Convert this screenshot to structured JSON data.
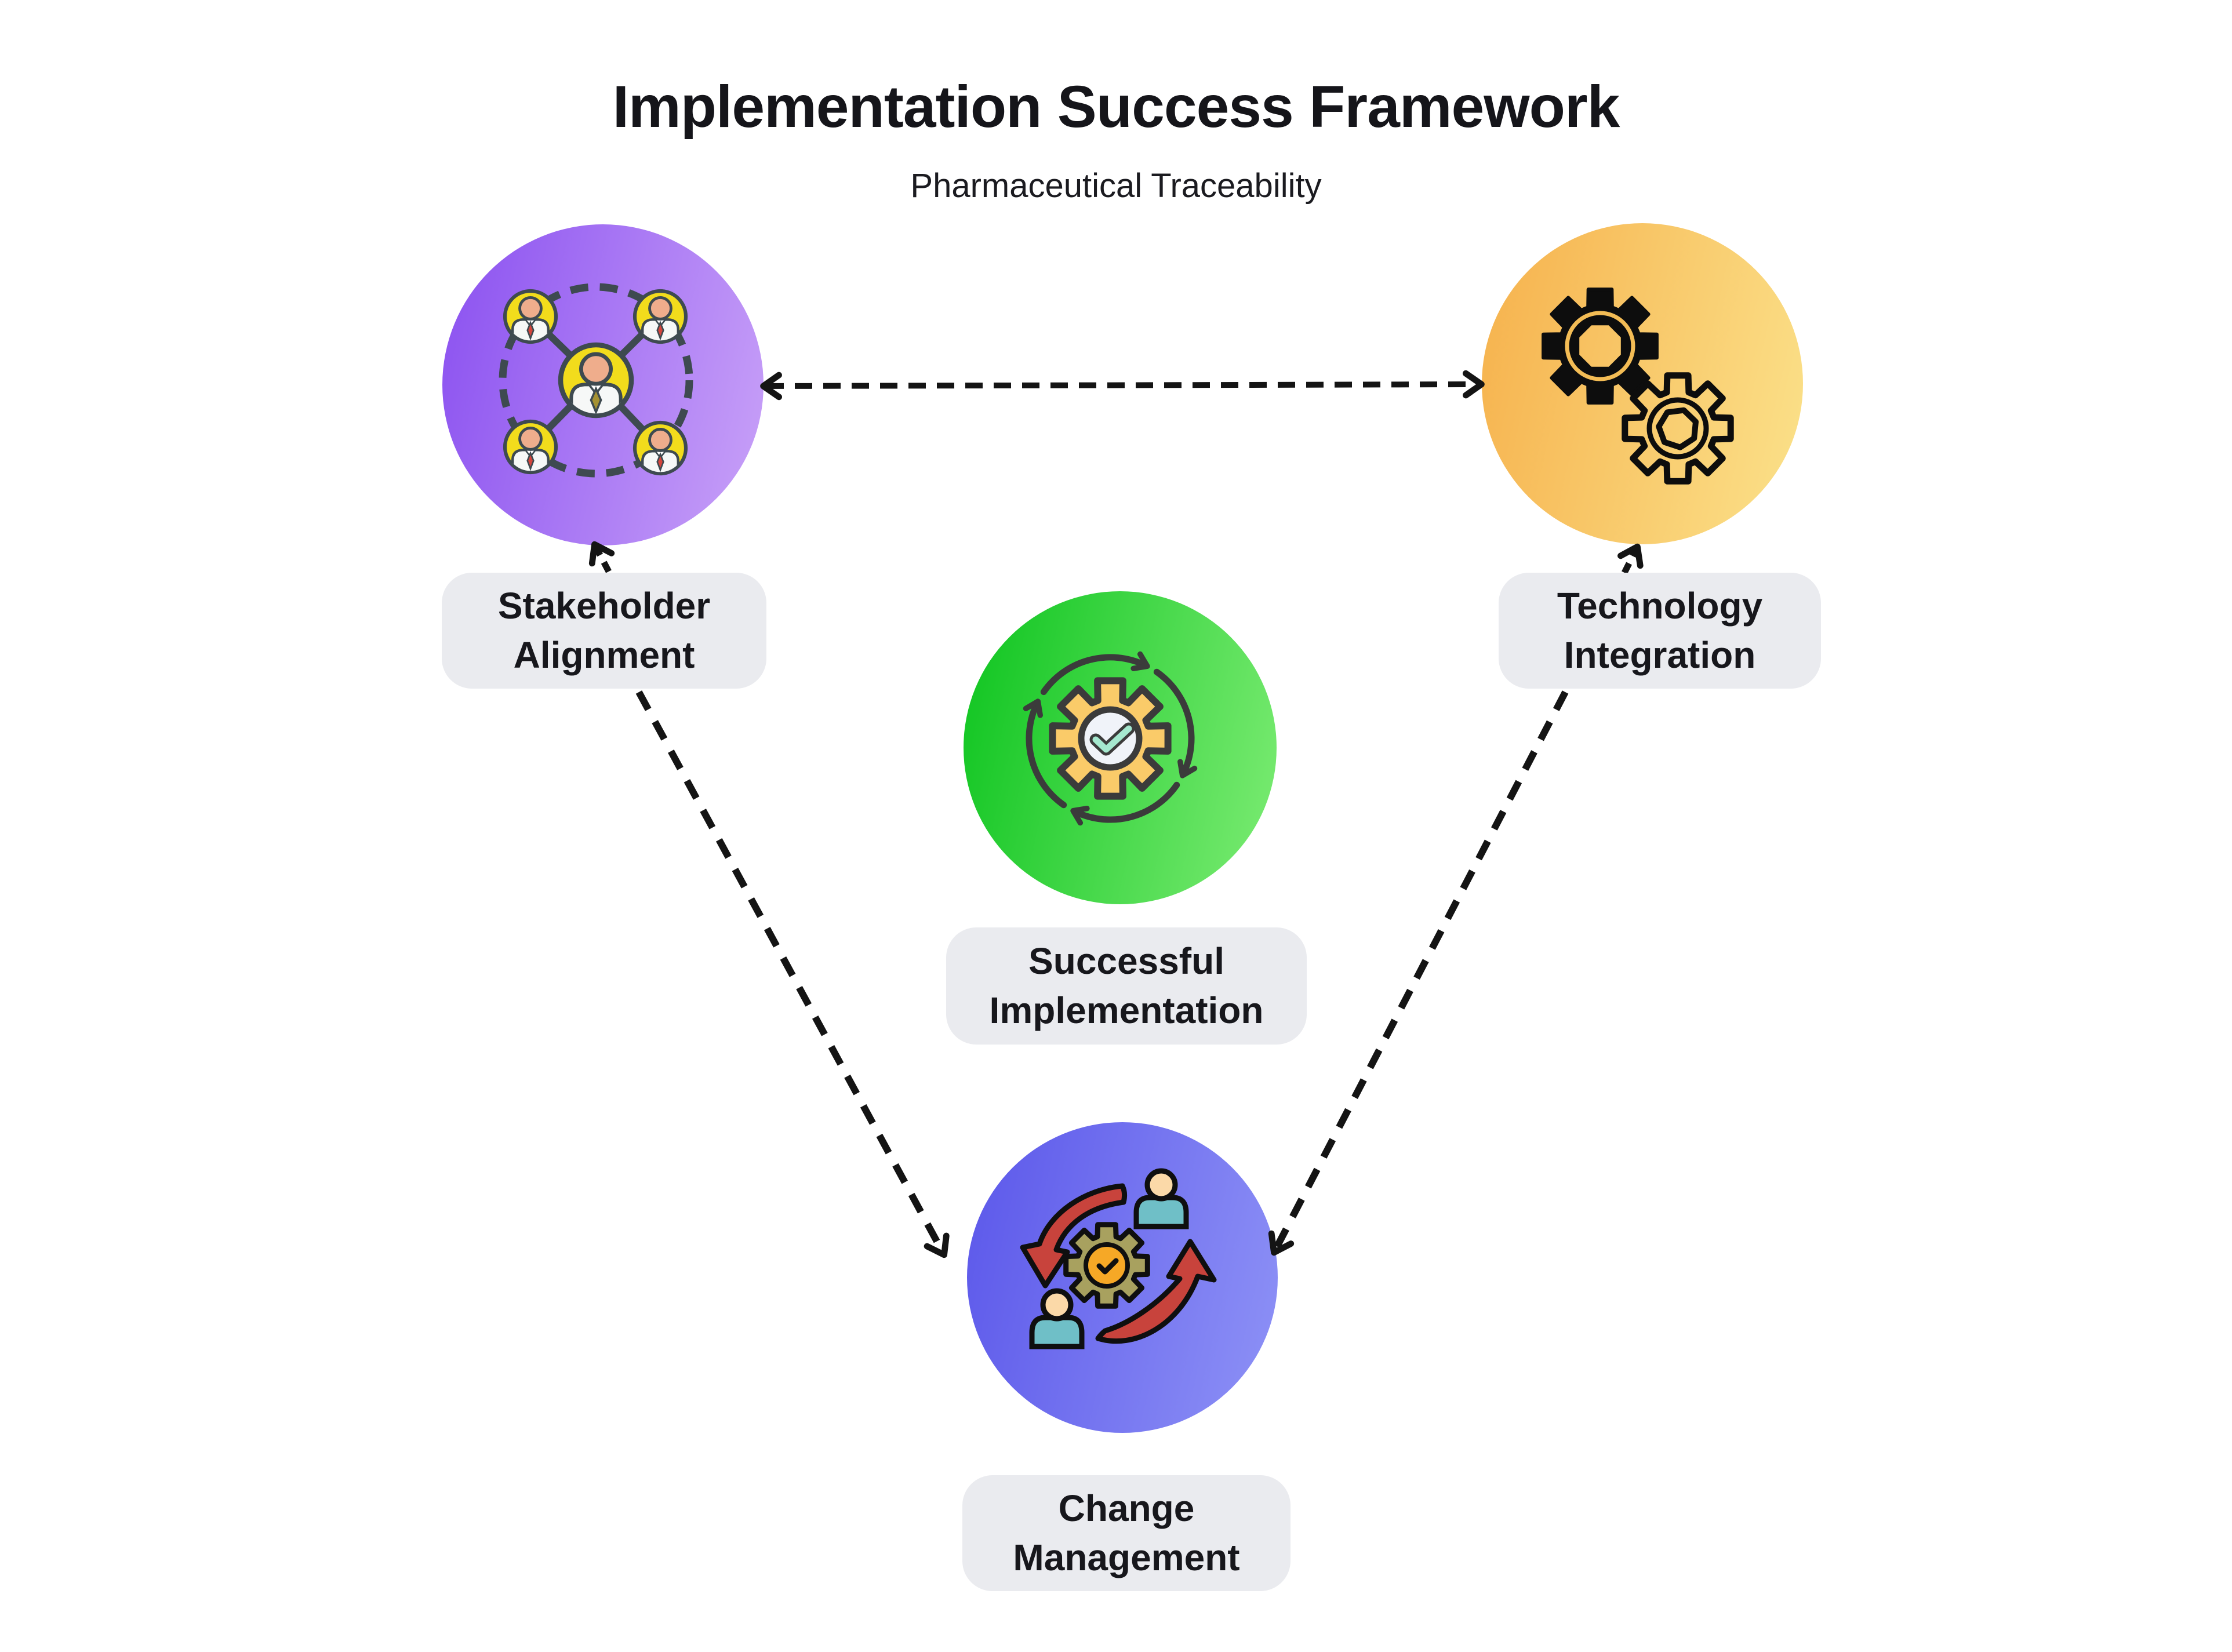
{
  "header": {
    "title": "Implementation Success Framework",
    "subtitle": "Pharmaceutical Traceability"
  },
  "nodes": [
    {
      "id": "stakeholder-alignment",
      "line1": "Stakeholder",
      "line2": "Alignment",
      "icon": "stakeholder-network-icon",
      "gradient": [
        "#8A50F0",
        "#C9A2F8"
      ]
    },
    {
      "id": "technology-integration",
      "line1": "Technology",
      "line2": "Integration",
      "icon": "gears-icon",
      "gradient": [
        "#F6B14C",
        "#FBE28B"
      ]
    },
    {
      "id": "successful-implementation",
      "line1": "Successful",
      "line2": "Implementation",
      "icon": "gear-check-cycle-icon",
      "gradient": [
        "#0DC41F",
        "#7DEC74"
      ]
    },
    {
      "id": "change-management",
      "line1": "Change",
      "line2": "Management",
      "icon": "people-gear-exchange-icon",
      "gradient": [
        "#5B57EA",
        "#8E92F6"
      ]
    }
  ],
  "connections": [
    {
      "from": "stakeholder-alignment",
      "to": "technology-integration",
      "line": "dashed",
      "arrowheads": "both"
    },
    {
      "from": "stakeholder-alignment-label",
      "to": "stakeholder-alignment",
      "line": "dashed",
      "arrowheads": "end"
    },
    {
      "from": "technology-integration-label",
      "to": "technology-integration",
      "line": "dashed",
      "arrowheads": "end"
    },
    {
      "from": "stakeholder-alignment",
      "to": "change-management",
      "line": "dashed",
      "arrowheads": "end"
    },
    {
      "from": "technology-integration",
      "to": "change-management",
      "line": "dashed",
      "arrowheads": "end"
    }
  ],
  "style": {
    "background": "#FFFFFF",
    "label_background": "#EAEBEF",
    "text_color": "#15151A",
    "arrow_color": "#141414"
  }
}
